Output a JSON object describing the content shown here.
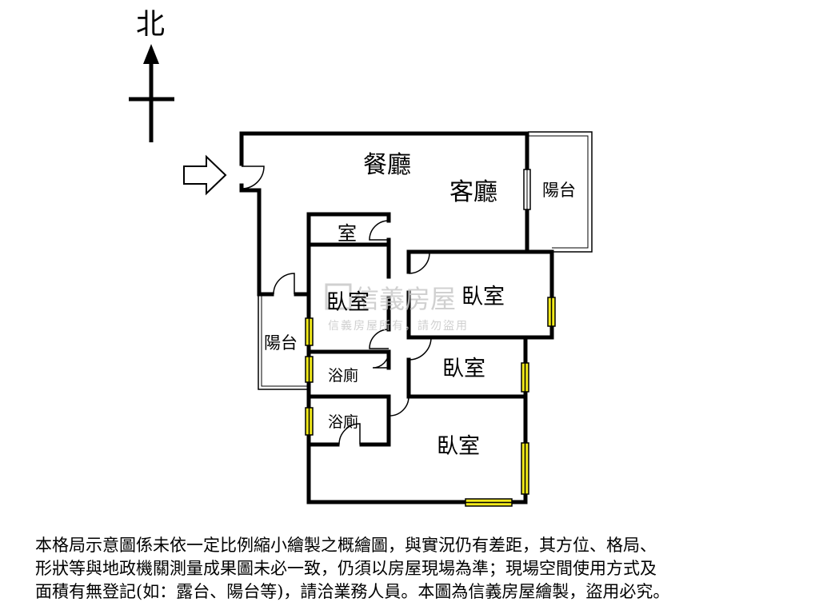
{
  "compass": {
    "north_label": "北"
  },
  "rooms": {
    "dining": "餐廳",
    "living": "客廳",
    "balcony_east": "陽台",
    "small_room": "室",
    "bedroom_west": "臥室",
    "balcony_west": "陽台",
    "bath_upper": "浴廁",
    "bath_lower": "浴廁",
    "bedroom_ne": "臥室",
    "bedroom_mid": "臥室",
    "bedroom_south": "臥室"
  },
  "watermark": {
    "brand": "信義房屋",
    "caption": "信義房屋所有，請勿盜用"
  },
  "disclaimer": {
    "lines": [
      "本格局示意圖係未依一定比例縮小繪製之概繪圖，與實況仍有差距，其方位、格局、",
      "形狀等與地政機關測量成果圖未必一致，仍須以房屋現場為準；現場空間使用方式及",
      "面積有無登記(如：露台、陽台等)，請洽業務人員。本圖為信義房屋繪製，盜用必究。"
    ]
  },
  "colors": {
    "wall": "#000000",
    "window_fill": "#f2ea1a",
    "watermark": "#c8c8c8",
    "background": "#ffffff"
  }
}
